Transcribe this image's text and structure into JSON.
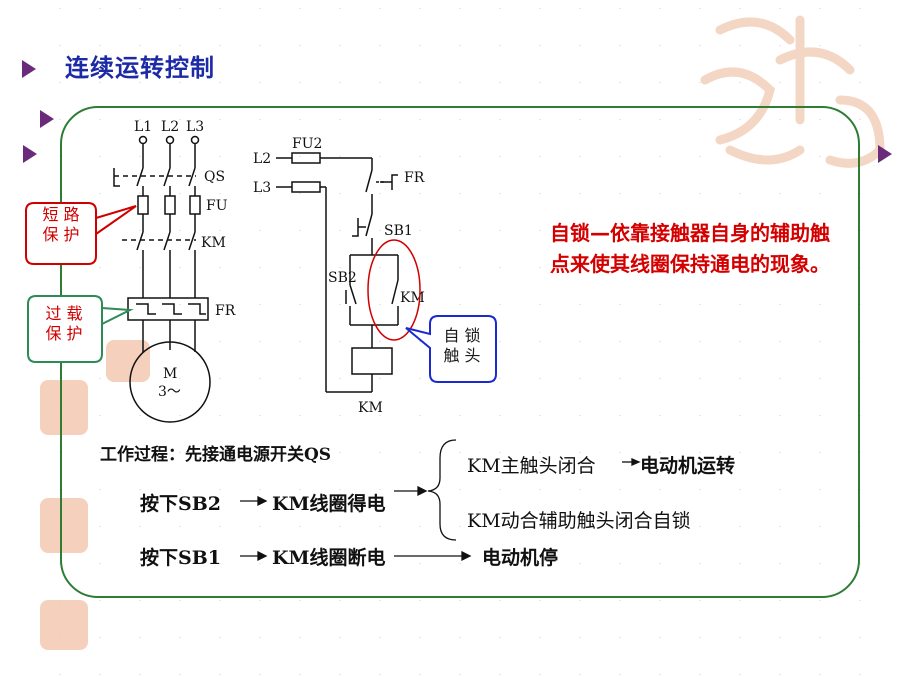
{
  "slide": {
    "title": "连续运转控制",
    "red_text": "自锁—依靠接触器自身的辅助触点来使其线圈保持通电的现象。"
  },
  "callouts": {
    "short_circuit": [
      "短 路",
      "保 护"
    ],
    "overload": [
      "过 载",
      "保 护"
    ],
    "self_lock": [
      "自 锁",
      "触 头"
    ]
  },
  "main_circuit": {
    "phases": [
      "L1",
      "L2",
      "L3"
    ],
    "qs": "QS",
    "fu": "FU",
    "km": "KM",
    "fr": "FR",
    "motor": [
      "M",
      "3～"
    ]
  },
  "control_circuit": {
    "l2": "L2",
    "l3": "L3",
    "fu2": "FU2",
    "fr": "FR",
    "sb1": "SB1",
    "sb2": "SB2",
    "km_contact": "KM",
    "km_coil": "KM"
  },
  "process": {
    "heading": "工作过程：先接通电源开关QS",
    "step1_action": "按下SB2",
    "step1_result": "KM线圈得电",
    "branch1": "KM主触头闭合",
    "branch1_result": "电动机运转",
    "branch2": "KM动合辅助触头闭合自锁",
    "step2_action": "按下SB1",
    "step2_result": "KM线圈断电",
    "step2_final": "电动机停"
  },
  "colors": {
    "title": "#1c2aa6",
    "frame": "#2e7d32",
    "red": "#d40000",
    "callout_red_border": "#d00000",
    "callout_green_border": "#2e8b57",
    "callout_blue_border": "#1a2ad0",
    "bullet": "#6a2c7a"
  }
}
